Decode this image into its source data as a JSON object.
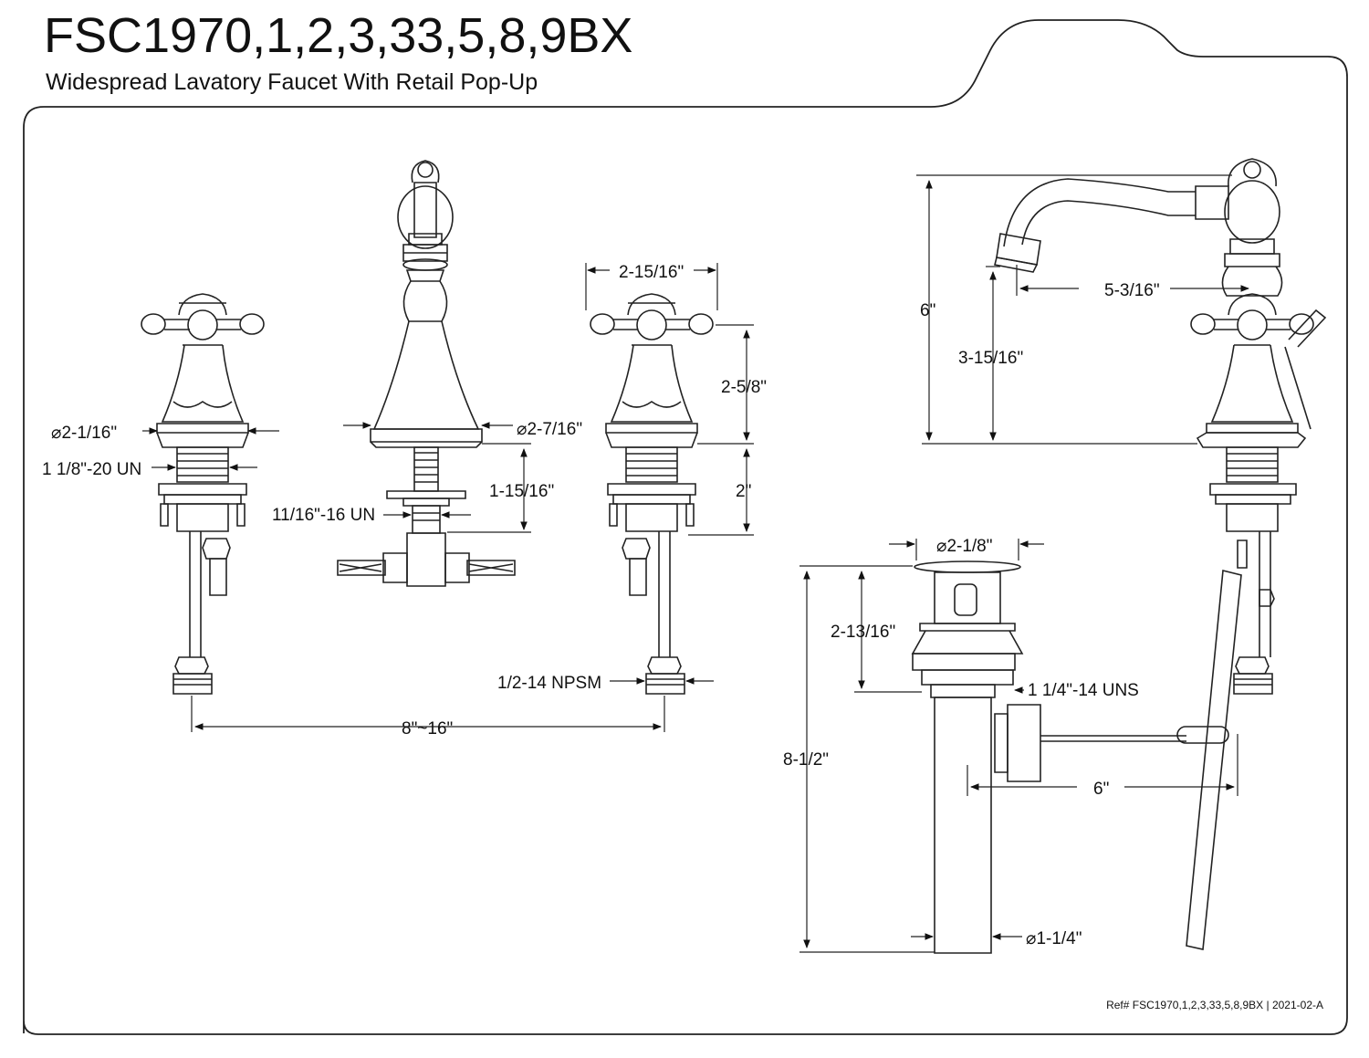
{
  "header": {
    "title": "FSC1970,1,2,3,33,5,8,9BX",
    "subtitle": "Widespread Lavatory Faucet With Retail Pop-Up"
  },
  "dimensions": {
    "handle_top_width": "2-15/16\"",
    "handle_height": "2-5/8\"",
    "handle_base_dia": "⌀2-1/16\"",
    "handle_thread": "1 1/8\"-20 UN",
    "spout_base_dia": "⌀2-7/16\"",
    "spout_shank": "1-15/16\"",
    "spout_thread": "11/16\"-16 UN",
    "shank_length": "2\"",
    "inlet_thread": "1/2-14 NPSM",
    "center_spread": "8\"~16\"",
    "overall_height": "6\"",
    "spout_reach": "5-3/16\"",
    "spout_clearance": "3-15/16\"",
    "drain_flange_dia": "⌀2-1/8\"",
    "drain_flange_height": "2-13/16\"",
    "drain_thread": "1 1/4\"-14 UNS",
    "drain_length": "8-1/2\"",
    "lift_rod_length": "6\"",
    "tailpiece_dia": "⌀1-1/4\""
  },
  "footer": {
    "ref": "Ref# FSC1970,1,2,3,33,5,8,9BX | 2021-02-A"
  }
}
